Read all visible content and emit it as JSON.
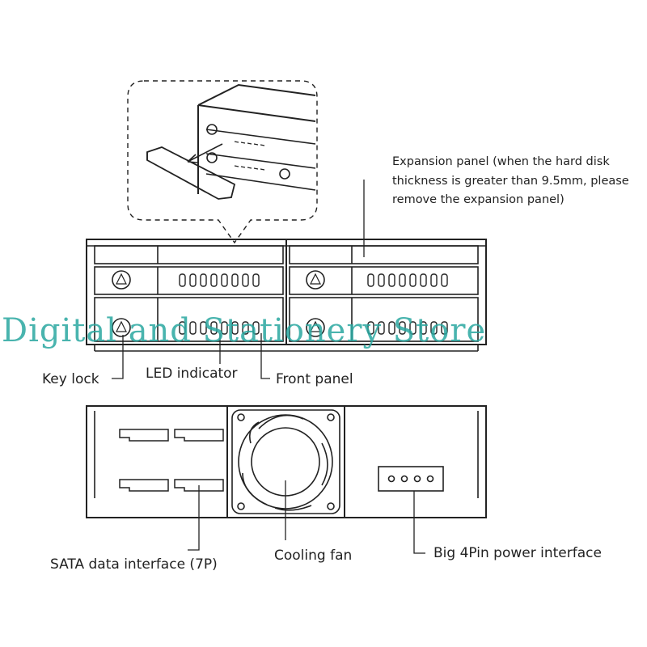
{
  "labels": {
    "expansion_panel_line1": "Expansion panel (when the hard disk",
    "expansion_panel_line2": "thickness is greater than 9.5mm, please",
    "expansion_panel_line3": "remove the expansion panel)",
    "key_lock": "Key lock",
    "led_indicator": "LED indicator",
    "front_panel": "Front panel",
    "sata_data_interface": "SATA data interface (7P)",
    "cooling_fan": "Cooling fan",
    "power_interface": "Big 4Pin power interface"
  },
  "watermark": "Digital and Stationery Store",
  "colors": {
    "line": "#222222",
    "watermark": "#2aa7a0"
  }
}
